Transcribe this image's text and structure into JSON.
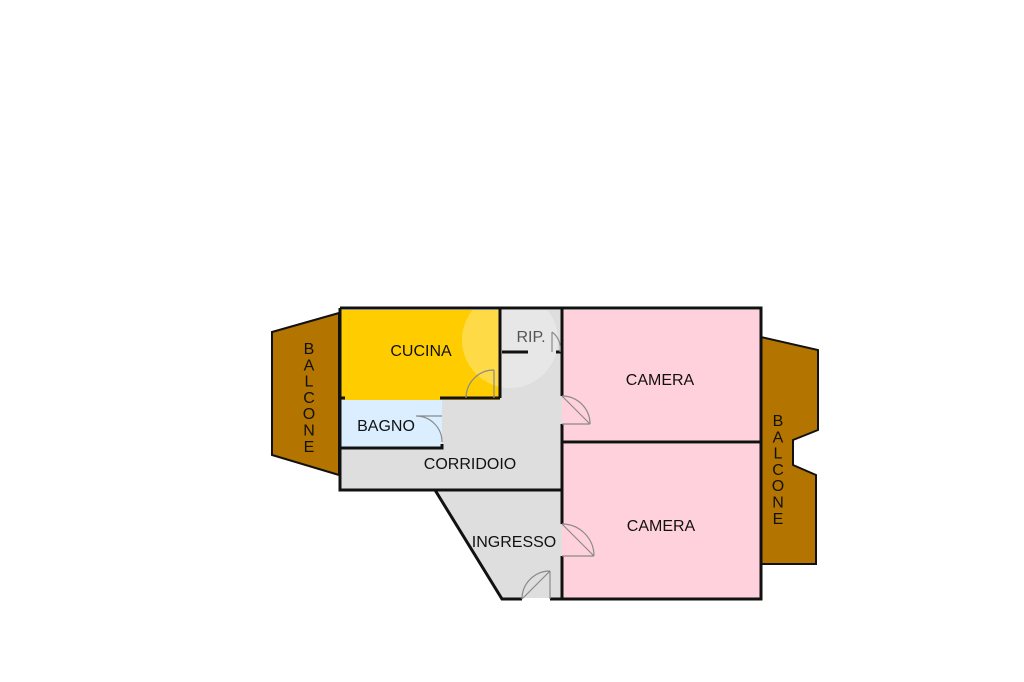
{
  "colors": {
    "kitchen": "#ffcc00",
    "bathroom": "#dbeeff",
    "corridor": "#dedede",
    "bedroom": "#ffd1dc",
    "balcony": "#b37400",
    "wall": "#111111",
    "door": "#8a8a8a"
  },
  "rooms": {
    "cucina": "CUCINA",
    "rip": "RIP.",
    "camera_top": "CAMERA",
    "bagno": "BAGNO",
    "corridoio": "CORRIDOIO",
    "ingresso": "INGRESSO",
    "camera_bottom": "CAMERA"
  },
  "balconies": {
    "left": "BALCONE",
    "right": "BALCONE"
  }
}
